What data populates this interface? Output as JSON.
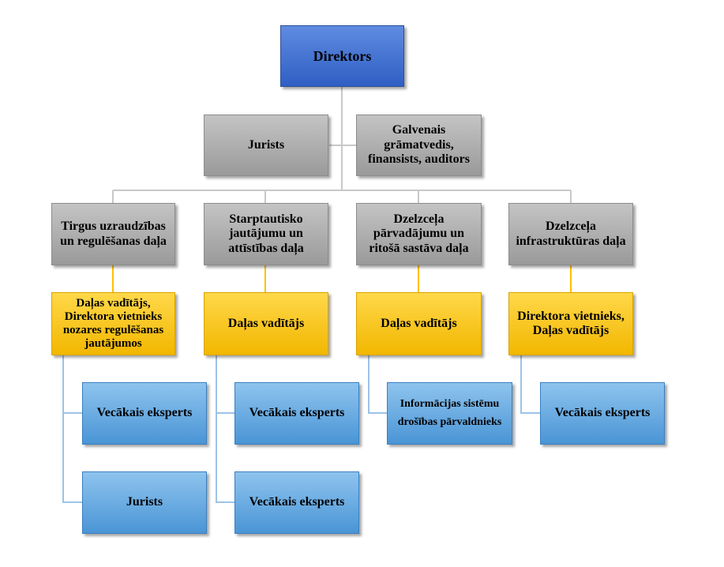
{
  "org": {
    "director": "Direktors",
    "staff": [
      "Jurists",
      "Galvenais grāmatvedis, finansists, auditors"
    ],
    "departments": [
      {
        "name": "Tirgus uzraudzības un regulēšanas daļa",
        "head": "Daļas vadītājs, Direktora vietnieks nozares regulēšanas jautājumos",
        "members": [
          "Vecākais eksperts",
          "Jurists"
        ]
      },
      {
        "name": "Starptautisko jautājumu un attīstības daļa",
        "head": "Daļas vadītājs",
        "members": [
          "Vecākais eksperts",
          "Vecākais eksperts"
        ]
      },
      {
        "name": "Dzelzceļa pārvadājumu un ritošā sastāva daļa",
        "head": "Daļas vadītājs",
        "members": [
          "Informācijas sistēmu drošības pārvaldnieks"
        ]
      },
      {
        "name": "Dzelzceļa infrastruktūras daļa",
        "head": "Direktora vietnieks, Daļas vadītājs",
        "members": [
          "Vecākais eksperts"
        ]
      }
    ]
  },
  "colors": {
    "director": "#3b6fd1",
    "staff": "#a9a9a9",
    "department": "#a9a9a9",
    "head": "#ffc000",
    "member": "#5aa2e0",
    "connector_top": "#c8c8c8",
    "connector_head": "#ffc000",
    "connector_member": "#9dc3e6"
  }
}
